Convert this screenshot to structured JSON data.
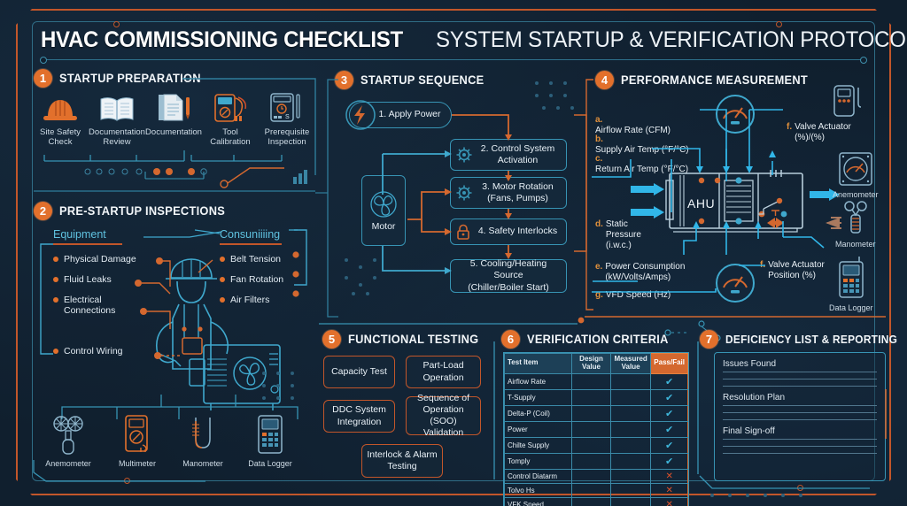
{
  "header": {
    "title_main": "HVAC COMMISSIONING CHECKLIST",
    "title_sub": "SYSTEM STARTUP & VERIFICATION PROTOCOL"
  },
  "sections": {
    "s1": {
      "number": "1",
      "title": "STARTUP PREPARATION",
      "items": [
        {
          "label": "Site Safety\nCheck",
          "icon": "hard-hat-icon"
        },
        {
          "label": "Documentation\nReview",
          "icon": "open-book-icon"
        },
        {
          "label": "Documentation",
          "icon": "document-pen-icon"
        },
        {
          "label": "Tool\nCalibration",
          "icon": "multimeter-icon"
        },
        {
          "label": "Prerequisite\nInspection",
          "icon": "meter-device-icon"
        }
      ]
    },
    "s2": {
      "number": "2",
      "title": "PRE-STARTUP INSPECTIONS",
      "col_left_head": "Equipment",
      "col_right_head": "Consuniiiing",
      "left_items": [
        "Physical Damage",
        "Fluid Leaks",
        "Electrical\nConnections",
        "Control Wiring"
      ],
      "right_items": [
        "Belt Tension",
        "Fan Rotation",
        "Air Filters"
      ],
      "instruments": [
        {
          "label": "Anemometer",
          "icon": "anemometer-icon"
        },
        {
          "label": "Multimeter",
          "icon": "multimeter-icon"
        },
        {
          "label": "Manometer",
          "icon": "manometer-icon"
        },
        {
          "label": "Data Logger",
          "icon": "data-logger-icon"
        }
      ]
    },
    "s3": {
      "number": "3",
      "title": "STARTUP SEQUENCE",
      "steps": [
        {
          "label": "1. Apply Power",
          "icon": "lightning-bolt-icon"
        },
        {
          "label": "2. Control System\nActivation",
          "icon": "gear-icon"
        },
        {
          "label": "3. Motor Rotation\n(Fans, Pumps)",
          "icon": "gear-icon"
        },
        {
          "label": "4. Safety Interlocks",
          "icon": "lock-icon"
        },
        {
          "label": "5. Cooling/Heating Source\n(Chiller/Boiler Start)",
          "icon": "none"
        }
      ],
      "motor_label": "Motor"
    },
    "s4": {
      "number": "4",
      "title": "PERFORMANCE MEASUREMENT",
      "unit_label": "AHU",
      "measurements": [
        {
          "key": "a.",
          "text": "Airflow Rate (CFM)"
        },
        {
          "key": "b.",
          "text": "Supply Air Temp (°F/°C)"
        },
        {
          "key": "c.",
          "text": "Return Air Temp (°F/°C)"
        },
        {
          "key": "d.",
          "text": "Static\nPressure\n(i.w.c.)"
        },
        {
          "key": "e.",
          "text": "Power Consumption\n(kW/Volts/Amps)"
        },
        {
          "key": "g.",
          "text": "VFD Speed (Hz)"
        },
        {
          "key": "f.",
          "text": "Valve Actuator\n(%)/(%)"
        },
        {
          "key": "f.",
          "text": "Valve Actuator\nPosition (%)"
        }
      ],
      "instruments": [
        {
          "label": "Anemometer",
          "icon": "anemometer-gauge-icon"
        },
        {
          "label": "Manometer",
          "icon": "manometer-icon"
        },
        {
          "label": "Data Logger",
          "icon": "data-logger-icon"
        }
      ]
    },
    "s5": {
      "number": "5",
      "title": "FUNCTIONAL TESTING",
      "tests": [
        "Capacity Test",
        "Part-Load\nOperation",
        "DDC System\nIntegration",
        "Sequence of\nOperation (SOO)\nValidation",
        "Interlock & Alarm\nTesting"
      ]
    },
    "s6": {
      "number": "6",
      "title": "VERIFICATION CRITERIA",
      "columns": [
        "Test Item",
        "Design\nValue",
        "Measured\nValue",
        "Pass/Fail"
      ],
      "rows": [
        {
          "item": "Airflow Rate",
          "design": "",
          "measured": "",
          "result": "pass"
        },
        {
          "item": "T-Supply",
          "design": "",
          "measured": "",
          "result": "pass"
        },
        {
          "item": "Delta-P (Coil)",
          "design": "",
          "measured": "",
          "result": "pass"
        },
        {
          "item": "Power",
          "design": "",
          "measured": "",
          "result": "pass"
        },
        {
          "item": "Chilte Supply",
          "design": "",
          "measured": "",
          "result": "pass"
        },
        {
          "item": "Tomply",
          "design": "",
          "measured": "",
          "result": "pass"
        },
        {
          "item": "Control Diatarm",
          "design": "",
          "measured": "",
          "result": "fail"
        },
        {
          "item": "Tolvo Hs",
          "design": "",
          "measured": "",
          "result": "fail"
        },
        {
          "item": "VFK Speed",
          "design": "",
          "measured": "",
          "result": "fail"
        }
      ],
      "pass_glyph": "✔",
      "fail_glyph": "✕"
    },
    "s7": {
      "number": "7",
      "title": "DEFICIENCY LIST & REPORTING",
      "fields": [
        "Issues Found",
        "Resolution Plan",
        "Final Sign-off"
      ]
    }
  },
  "colors": {
    "background": "#101f2e",
    "accent_orange": "#d4682f",
    "accent_teal": "#36a4c9",
    "badge": "#e2702c",
    "text": "#e8eef3"
  }
}
